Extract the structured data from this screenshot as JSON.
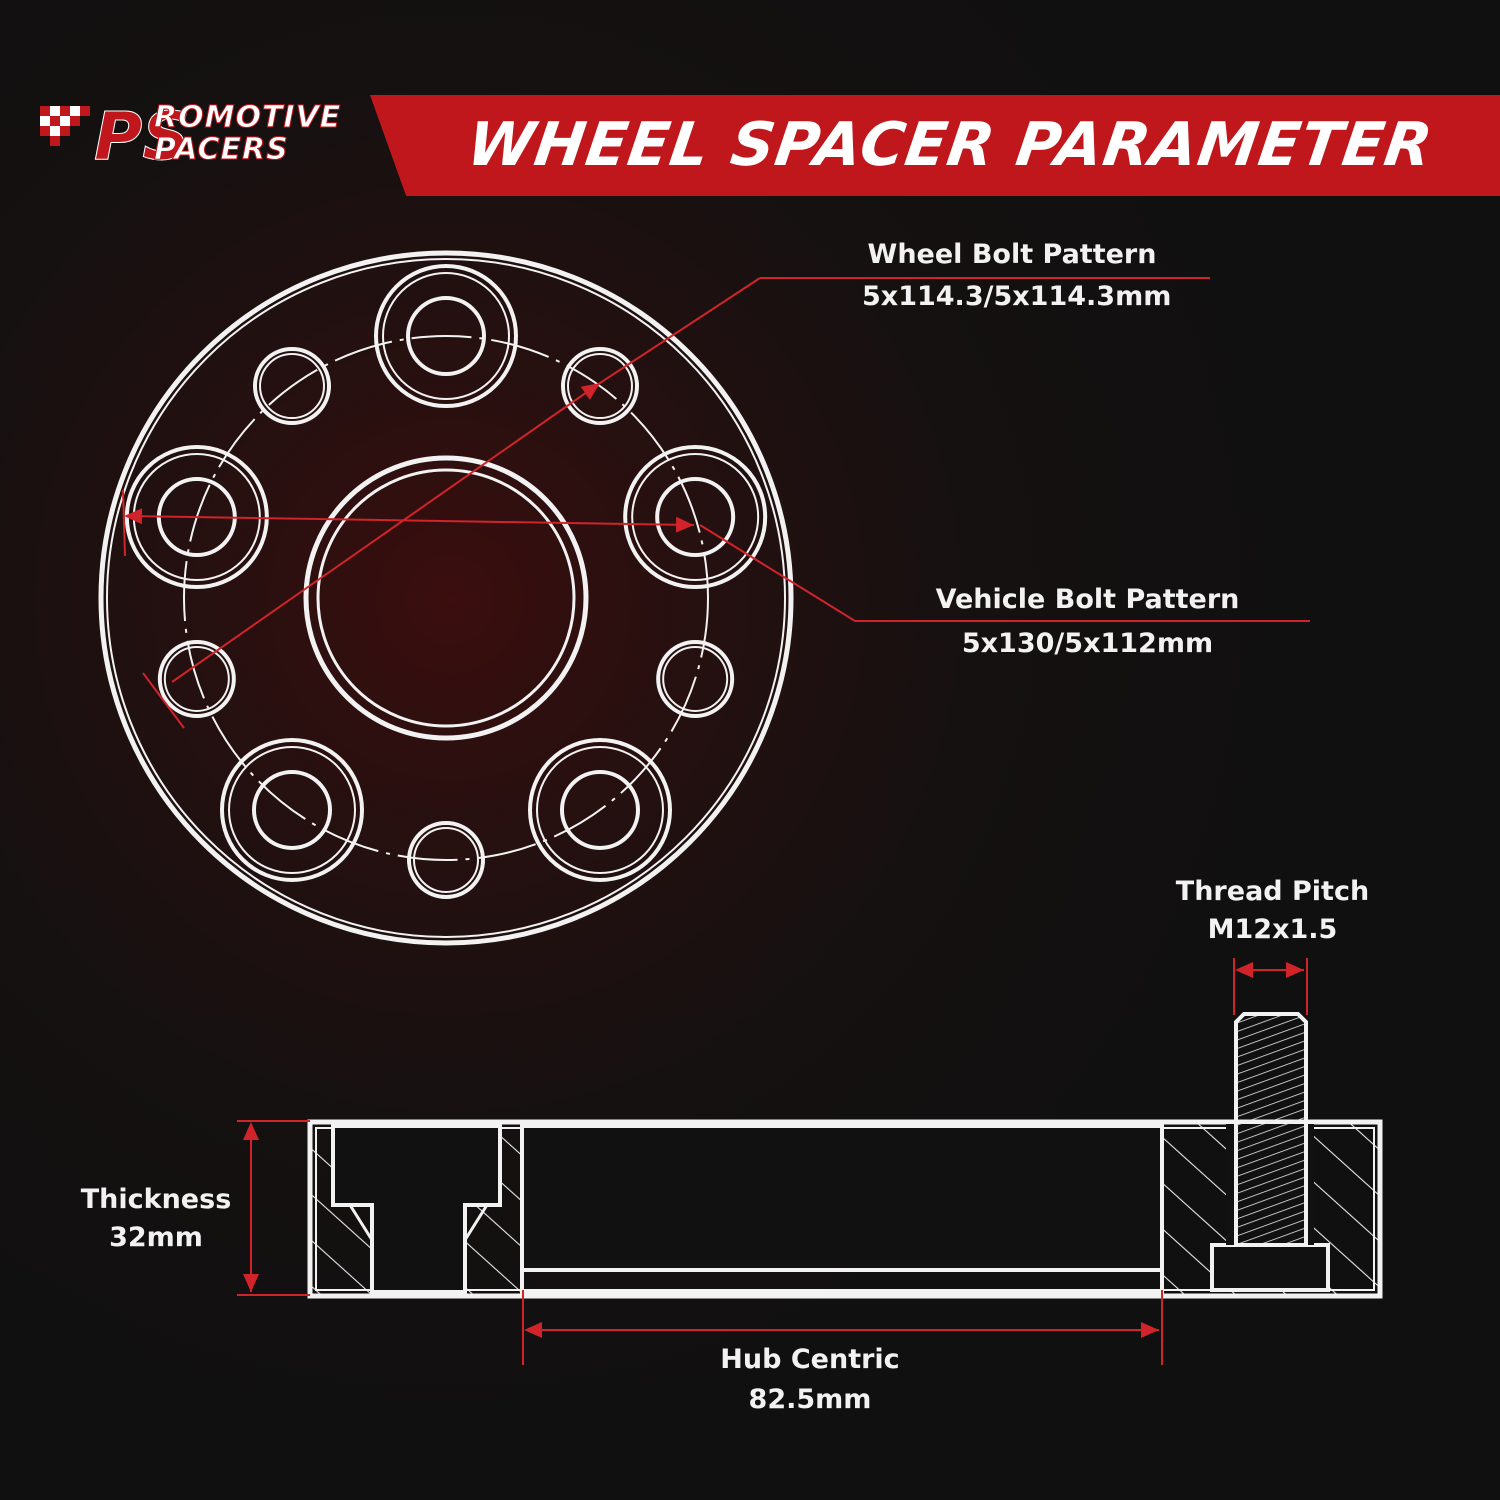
{
  "header": {
    "title": "WHEEL SPACER PARAMETER",
    "logo_line1": "ROMOTIVE",
    "logo_line2": "PACERS",
    "logo_initials": "PS"
  },
  "specs": {
    "wheel_bolt_pattern": {
      "label": "Wheel Bolt Pattern",
      "value": "5x114.3/5x114.3mm"
    },
    "vehicle_bolt_pattern": {
      "label": "Vehicle Bolt Pattern",
      "value": "5x130/5x112mm"
    },
    "thread_pitch": {
      "label": "Thread Pitch",
      "value": "M12x1.5"
    },
    "thickness": {
      "label": "Thickness",
      "value": "32mm"
    },
    "hub_centric": {
      "label": "Hub Centric",
      "value": "82.5mm"
    }
  },
  "colors": {
    "background": "#111010",
    "accent": "#c0171c",
    "line": "#f2f2f2",
    "dimension": "#d0242a"
  }
}
